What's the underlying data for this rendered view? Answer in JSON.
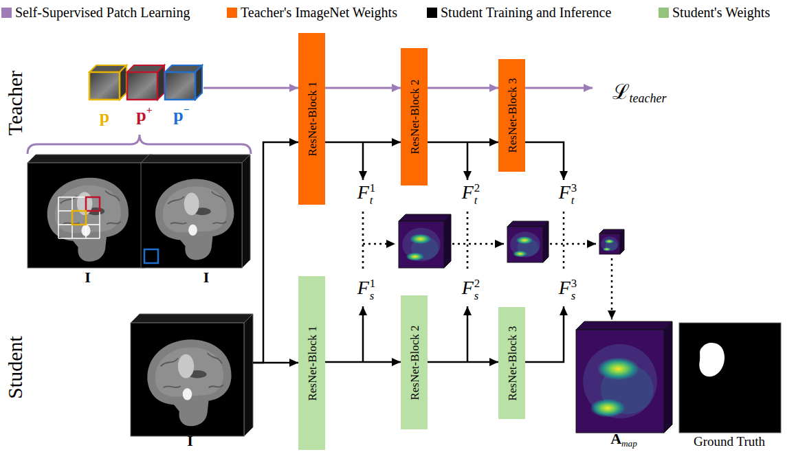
{
  "diagram": {
    "nodes": [
      {
        "text": [
          "I"
        ]
      },
      {
        "text": [
          "I"
        ]
      },
      {
        "text": [
          "ResNet-Block 1"
        ]
      },
      {
        "text": [
          "ResNet-Block 2"
        ]
      },
      {
        "text": [
          "ResNet-Block 3"
        ]
      },
      {
        "text": [
          "I"
        ]
      },
      {
        "text": [
          "ResNet-Block 1"
        ]
      },
      {
        "text": [
          "ResNet-Block 2"
        ]
      },
      {
        "text": [
          "ResNet-Block 3"
        ]
      },
      {
        "text": [
          "A",
          "map"
        ]
      },
      {
        "text": [
          "Ground Truth"
        ]
      }
    ],
    "edges": [
      {
        "from": 5,
        "to": 2,
        "arrow": "to"
      },
      {
        "from": 5,
        "to": 6,
        "arrow": "to"
      },
      {
        "from": 2,
        "to": 3,
        "arrow": "to"
      },
      {
        "from": 3,
        "to": 4,
        "arrow": "to"
      },
      {
        "from": 6,
        "to": 7,
        "arrow": "to"
      },
      {
        "from": 7,
        "to": 8,
        "arrow": "to"
      },
      {
        "from": 2,
        "to": 3,
        "arrow": "to"
      },
      {
        "from": 3,
        "to": 4,
        "arrow": "to"
      }
    ],
    "labels": [
      "Teacher",
      "Student",
      "p",
      "p",
      "+",
      "p",
      "−",
      "ℒ",
      "teacher",
      "F",
      "t",
      "1",
      "F",
      "t",
      "2",
      "F",
      "t",
      "3",
      "F",
      "s",
      "1",
      "F",
      "s",
      "2",
      "F",
      "s",
      "3"
    ],
    "legend": [
      {
        "text": "Self-Supervised Patch Learning",
        "color": "#9e7cb8"
      },
      {
        "text": "Teacher's ImageNet Weights",
        "color": "#ff6600"
      },
      {
        "text": "Student Training and Inference",
        "color": "#000000"
      },
      {
        "text": "Student's Weights",
        "color": "#93c47d"
      }
    ]
  }
}
